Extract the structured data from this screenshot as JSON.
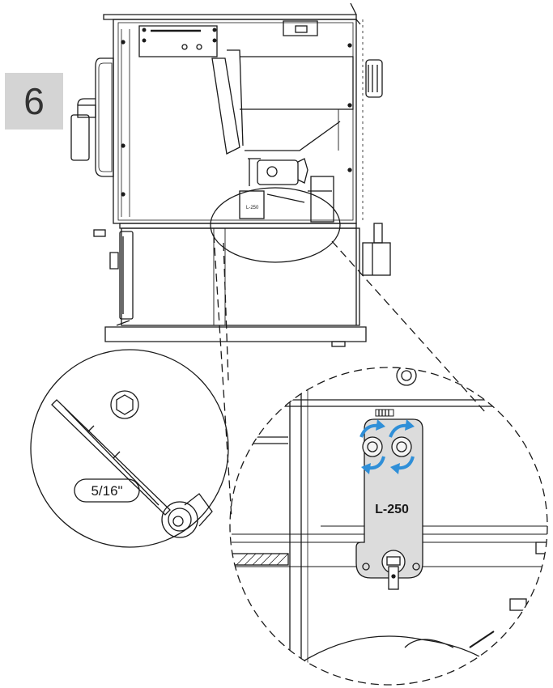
{
  "step": {
    "number": "6"
  },
  "wrench": {
    "size_label": "5/16\""
  },
  "thermostat": {
    "model_label": "L-250"
  },
  "colors": {
    "line": "#1a1a1a",
    "badge_bg": "#d4d4d4",
    "badge_text": "#333333",
    "arrow": "#2f8fd8",
    "plate": "#dcdcdc"
  },
  "icons": [
    "hex-bolt-icon",
    "rotate-arrow-icon"
  ]
}
